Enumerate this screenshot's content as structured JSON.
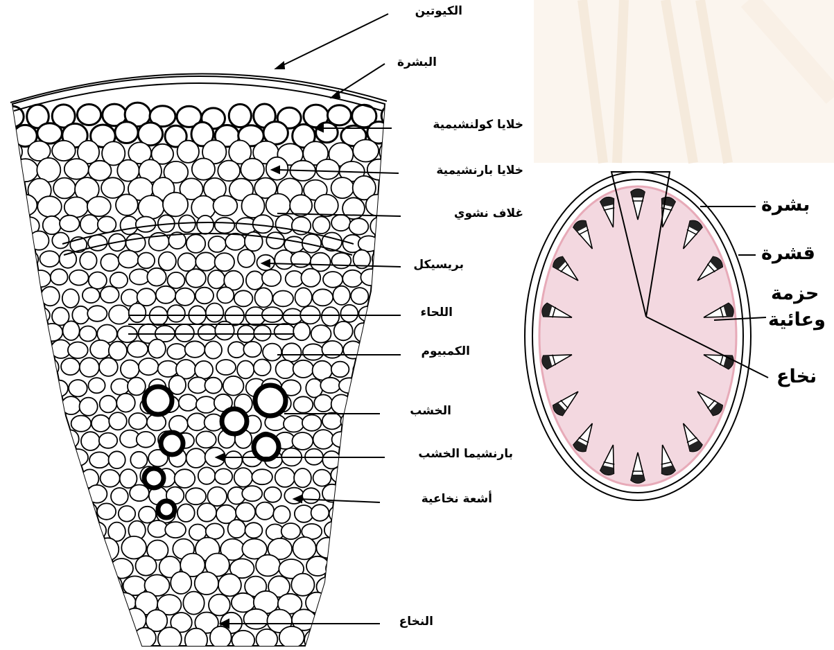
{
  "wedge_diagram": {
    "labels": {
      "cuticle": "الكيوتين",
      "epidermis": "البشرة",
      "collenchyma": "خلايا كولنشيمية",
      "parenchyma": "خلايا بارنشيمية",
      "starch_sheath": "غلاف نشوي",
      "pericycle": "بريسيكل",
      "phloem": "اللحاء",
      "cambium": "الكمبيوم",
      "xylem": "الخشب",
      "xylem_parenchyma": "بارنشيما الخشب",
      "medullary_rays": "أشعة نخاعية",
      "pith": "النخاع"
    }
  },
  "circle_diagram": {
    "labels": {
      "epidermis": "بشرة",
      "cortex": "قشرة",
      "vascular_bundle_1": "حزمة",
      "vascular_bundle_2": "وعائية",
      "pith": "نخاع"
    },
    "colors": {
      "fill": "#f3d8e0",
      "ring": "#e7aab8",
      "background_watermark": "#f6e4d0"
    },
    "bundle_count": 18
  }
}
